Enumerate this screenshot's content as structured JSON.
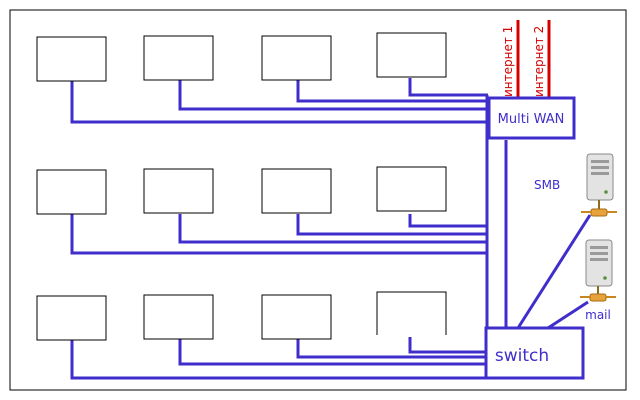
{
  "diagram": {
    "router_label": "Multi WAN",
    "switch_label": "switch",
    "internet": [
      "интернет 1",
      "интернет 2"
    ],
    "servers": [
      {
        "label": "SMB",
        "icon": "server-icon"
      },
      {
        "label": "mail",
        "icon": "server-icon"
      }
    ],
    "colors": {
      "link": "#3f2dcc",
      "internet": "#d40000",
      "text": "#3f2dcc",
      "box_border": "#000000"
    }
  }
}
